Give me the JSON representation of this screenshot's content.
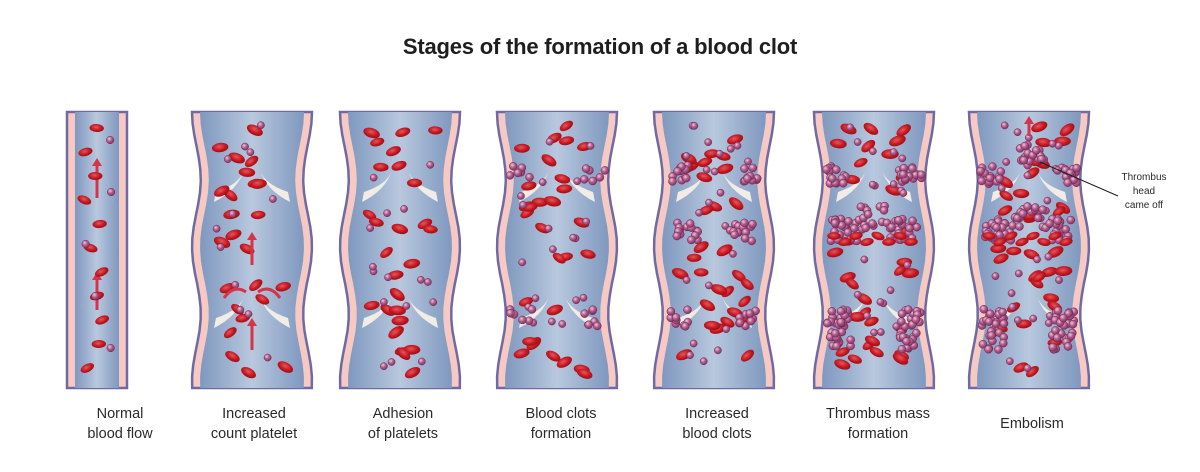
{
  "title": "Stages of the formation of a blood clot",
  "stages": [
    {
      "id": "normal",
      "label_line1": "Normal",
      "label_line2": "blood flow"
    },
    {
      "id": "increased",
      "label_line1": "Increased",
      "label_line2": "count platelet"
    },
    {
      "id": "adhesion",
      "label_line1": "Adhesion",
      "label_line2": "of platelets"
    },
    {
      "id": "clots",
      "label_line1": "Blood clots",
      "label_line2": "formation"
    },
    {
      "id": "more-clots",
      "label_line1": "Increased",
      "label_line2": "blood clots"
    },
    {
      "id": "thrombus",
      "label_line1": "Thrombus mass",
      "label_line2": "formation"
    },
    {
      "id": "embolism",
      "label_line1": "Embolism",
      "label_line2": ""
    }
  ],
  "callout": {
    "line1": "Thrombus",
    "line2": "head",
    "line3": "came off"
  },
  "colors": {
    "vessel_wall": "#f6c9c3",
    "vessel_outline": "#6f6aa6",
    "lumen": "#8fa6c8",
    "red_cell": "#c1161d",
    "red_cell_light": "#e04a4c",
    "platelet": "#9b4a78",
    "platelet_light": "#d9a1c0",
    "arrow": "#d6344a"
  }
}
